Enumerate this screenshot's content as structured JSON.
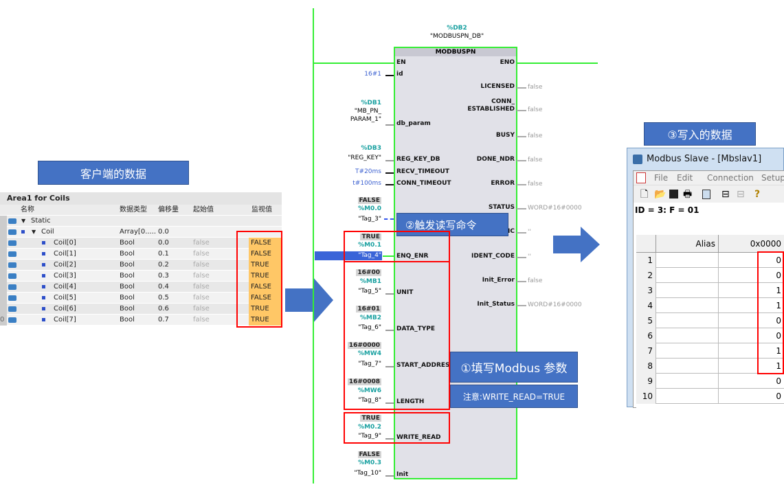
{
  "callouts": {
    "client_data": "客户端的数据",
    "trigger": "②触发读写命令",
    "fill_params": "①填写Modbus 参数",
    "note": "注意:WRITE_READ=TRUE",
    "written_data": "③写入的数据"
  },
  "colors": {
    "callout": "#4472c4",
    "highlight": "#ff0000",
    "rung": "#33ee33",
    "monitor": "#ffc766"
  },
  "table": {
    "title": "Area1 for Coils",
    "headers": [
      "名称",
      "数据类型",
      "偏移量",
      "起始值",
      "监视值"
    ],
    "rows": [
      {
        "name": "Static",
        "type": "",
        "offset": "",
        "start": "",
        "monitor": ""
      },
      {
        "name": "Coil",
        "type": "Array[0.....",
        "offset": "0.0",
        "start": "",
        "monitor": ""
      },
      {
        "name": "Coil[0]",
        "type": "Bool",
        "offset": "0.0",
        "start": "false",
        "monitor": "FALSE"
      },
      {
        "name": "Coil[1]",
        "type": "Bool",
        "offset": "0.1",
        "start": "false",
        "monitor": "FALSE"
      },
      {
        "name": "Coil[2]",
        "type": "Bool",
        "offset": "0.2",
        "start": "false",
        "monitor": "TRUE"
      },
      {
        "name": "Coil[3]",
        "type": "Bool",
        "offset": "0.3",
        "start": "false",
        "monitor": "TRUE"
      },
      {
        "name": "Coil[4]",
        "type": "Bool",
        "offset": "0.4",
        "start": "false",
        "monitor": "FALSE"
      },
      {
        "name": "Coil[5]",
        "type": "Bool",
        "offset": "0.5",
        "start": "false",
        "monitor": "FALSE"
      },
      {
        "name": "Coil[6]",
        "type": "Bool",
        "offset": "0.6",
        "start": "false",
        "monitor": "TRUE"
      },
      {
        "name": "Coil[7]",
        "type": "Bool",
        "offset": "0.7",
        "start": "false",
        "monitor": "TRUE"
      }
    ],
    "edge_digit": "0"
  },
  "block": {
    "instance_db": "%DB2",
    "instance_name": "\"MODBUSPN_DB\"",
    "title": "MODBUSPN",
    "inputs": {
      "en": "EN",
      "id": "id",
      "db_param": "db_param",
      "reg_key_db": "REG_KEY_DB",
      "recv_timeout": "RECV_TIMEOUT",
      "conn_timeout": "CONN_TIMEOUT",
      "enq_enr": "ENQ_ENR",
      "unit": "UNIT",
      "data_type": "DATA_TYPE",
      "start_address": "START_ADDRESS",
      "length": "LENGTH",
      "write_read": "WRITE_READ",
      "init": "Init"
    },
    "outputs": {
      "eno": "ENO",
      "licensed": "LICENSED",
      "conn_1": "CONN_",
      "conn_2": "ESTABLISHED",
      "busy": "BUSY",
      "done_ndr": "DONE_NDR",
      "error": "ERROR",
      "status": "STATUS",
      "diag": "IC",
      "ident_code": "IDENT_CODE",
      "init_error": "Init_Error",
      "init_status": "Init_Status"
    },
    "out_values": {
      "licensed": "false",
      "conn": "false",
      "busy": "false",
      "done_ndr": "false",
      "error": "false",
      "status": "WORD#16#0000",
      "diag": "''",
      "ident_code": "''",
      "init_error": "false",
      "init_status": "WORD#16#0000"
    },
    "in_values": {
      "id": "16#1",
      "db1": "%DB1",
      "db1_name_1": "\"MB_PN_",
      "db1_name_2": "PARAM_1\"",
      "db3": "%DB3",
      "db3_name": "\"REG_KEY\"",
      "recv": "T#20ms",
      "conn": "t#100ms",
      "m00_val": "FALSE",
      "m00": "%M0.0",
      "tag3": "\"Tag_3\"",
      "m01_val": "TRUE",
      "m01": "%M0.1",
      "tag4": "\"Tag_4\"",
      "mb1_val": "16#00",
      "mb1": "%MB1",
      "tag5": "\"Tag_5\"",
      "mb2_val": "16#01",
      "mb2": "%MB2",
      "tag6": "\"Tag_6\"",
      "mw4_val": "16#0000",
      "mw4": "%MW4",
      "tag7": "\"Tag_7\"",
      "mw6_val": "16#0008",
      "mw6": "%MW6",
      "tag8": "\"Tag_8\"",
      "m02_val": "TRUE",
      "m02": "%M0.2",
      "tag9": "\"Tag_9\"",
      "m03_val": "FALSE",
      "m03": "%M0.3",
      "tag10": "\"Tag_10\""
    }
  },
  "slave": {
    "title": "Modbus Slave - [Mbslav1]",
    "menu": [
      "File",
      "Edit",
      "Connection",
      "Setup"
    ],
    "toolbar_icons": [
      "new-icon",
      "open-icon",
      "save-icon",
      "print-icon",
      "window-icon",
      "connect-icon",
      "disconnect-icon",
      "help-icon"
    ],
    "id_line": "ID = 3: F = 01",
    "col_alias": "Alias",
    "col_addr": "0x0000",
    "rows": [
      {
        "n": "1",
        "v": "0"
      },
      {
        "n": "2",
        "v": "0"
      },
      {
        "n": "3",
        "v": "1"
      },
      {
        "n": "4",
        "v": "1"
      },
      {
        "n": "5",
        "v": "0"
      },
      {
        "n": "6",
        "v": "0"
      },
      {
        "n": "7",
        "v": "1"
      },
      {
        "n": "8",
        "v": "1"
      },
      {
        "n": "9",
        "v": "0"
      },
      {
        "n": "10",
        "v": "0"
      }
    ]
  }
}
